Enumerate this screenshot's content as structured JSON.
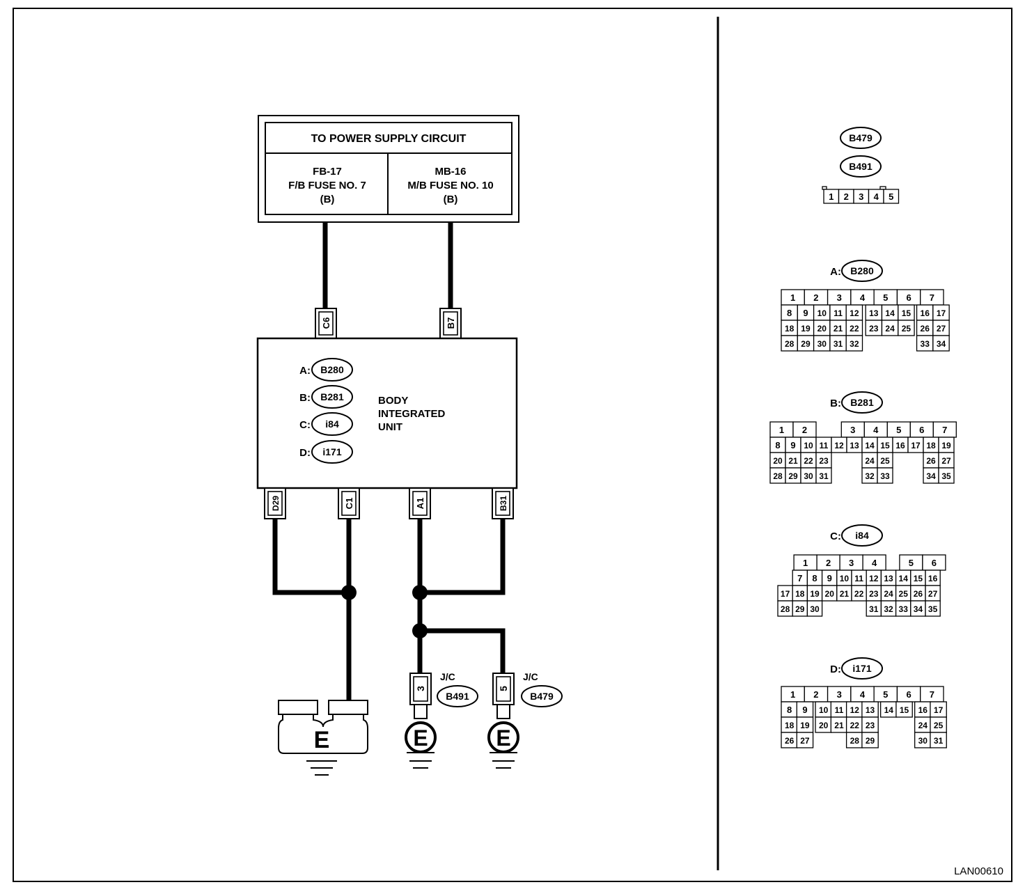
{
  "diagram_id": "LAN00610",
  "power_box": {
    "title": "TO POWER SUPPLY CIRCUIT",
    "left": {
      "line1": "FB-17",
      "line2": "F/B FUSE NO. 7",
      "line3": "(B)"
    },
    "right": {
      "line1": "MB-16",
      "line2": "M/B FUSE NO. 10",
      "line3": "(B)"
    }
  },
  "unit": {
    "name_lines": [
      "BODY",
      "INTEGRATED",
      "UNIT"
    ],
    "connectors": [
      {
        "letter": "A:",
        "code": "B280"
      },
      {
        "letter": "B:",
        "code": "B281"
      },
      {
        "letter": "C:",
        "code": "i84"
      },
      {
        "letter": "D:",
        "code": "i171"
      }
    ]
  },
  "pins": {
    "top": [
      "C6",
      "B7"
    ],
    "bottom": [
      "D29",
      "C1",
      "A1",
      "B31"
    ]
  },
  "joint_connectors": [
    {
      "pin": "3",
      "label": "J/C",
      "code": "B491"
    },
    {
      "pin": "5",
      "label": "J/C",
      "code": "B479"
    }
  ],
  "grounds": [
    "E",
    "E",
    "E"
  ],
  "connector_views": {
    "jc": {
      "codes": [
        "B479",
        "B491"
      ],
      "pins": [
        "1",
        "2",
        "3",
        "4",
        "5"
      ]
    },
    "a": {
      "letter": "A:",
      "code": "B280",
      "rows": [
        [
          "1",
          "2",
          "3",
          "4",
          "5",
          "6",
          "7"
        ],
        [
          "8",
          "9",
          "10",
          "11",
          "12",
          "13",
          "14",
          "15",
          "16",
          "17"
        ],
        [
          "18",
          "19",
          "20",
          "21",
          "22",
          "23",
          "24",
          "25",
          "26",
          "27"
        ],
        [
          "28",
          "29",
          "30",
          "31",
          "32",
          "33",
          "34"
        ]
      ]
    },
    "b": {
      "letter": "B:",
      "code": "B281",
      "rows": [
        [
          "1",
          "2",
          "3",
          "4",
          "5",
          "6",
          "7"
        ],
        [
          "8",
          "9",
          "10",
          "11",
          "12",
          "13",
          "14",
          "15",
          "16",
          "17",
          "18",
          "19"
        ],
        [
          "20",
          "21",
          "22",
          "23",
          "24",
          "25",
          "26",
          "27"
        ],
        [
          "28",
          "29",
          "30",
          "31",
          "32",
          "33",
          "34",
          "35"
        ]
      ]
    },
    "c": {
      "letter": "C:",
      "code": "i84",
      "rows": [
        [
          "1",
          "2",
          "3",
          "4",
          "5",
          "6"
        ],
        [
          "7",
          "8",
          "9",
          "10",
          "11",
          "12",
          "13",
          "14",
          "15",
          "16"
        ],
        [
          "17",
          "18",
          "19",
          "20",
          "21",
          "22",
          "23",
          "24",
          "25",
          "26",
          "27"
        ],
        [
          "28",
          "29",
          "30",
          "31",
          "32",
          "33",
          "34",
          "35"
        ]
      ]
    },
    "d": {
      "letter": "D:",
      "code": "i171",
      "rows": [
        [
          "1",
          "2",
          "3",
          "4",
          "5",
          "6",
          "7"
        ],
        [
          "8",
          "9",
          "10",
          "11",
          "12",
          "13",
          "14",
          "15",
          "16",
          "17"
        ],
        [
          "18",
          "19",
          "20",
          "21",
          "22",
          "23",
          "24",
          "25"
        ],
        [
          "26",
          "27",
          "28",
          "29",
          "30",
          "31"
        ]
      ]
    }
  }
}
